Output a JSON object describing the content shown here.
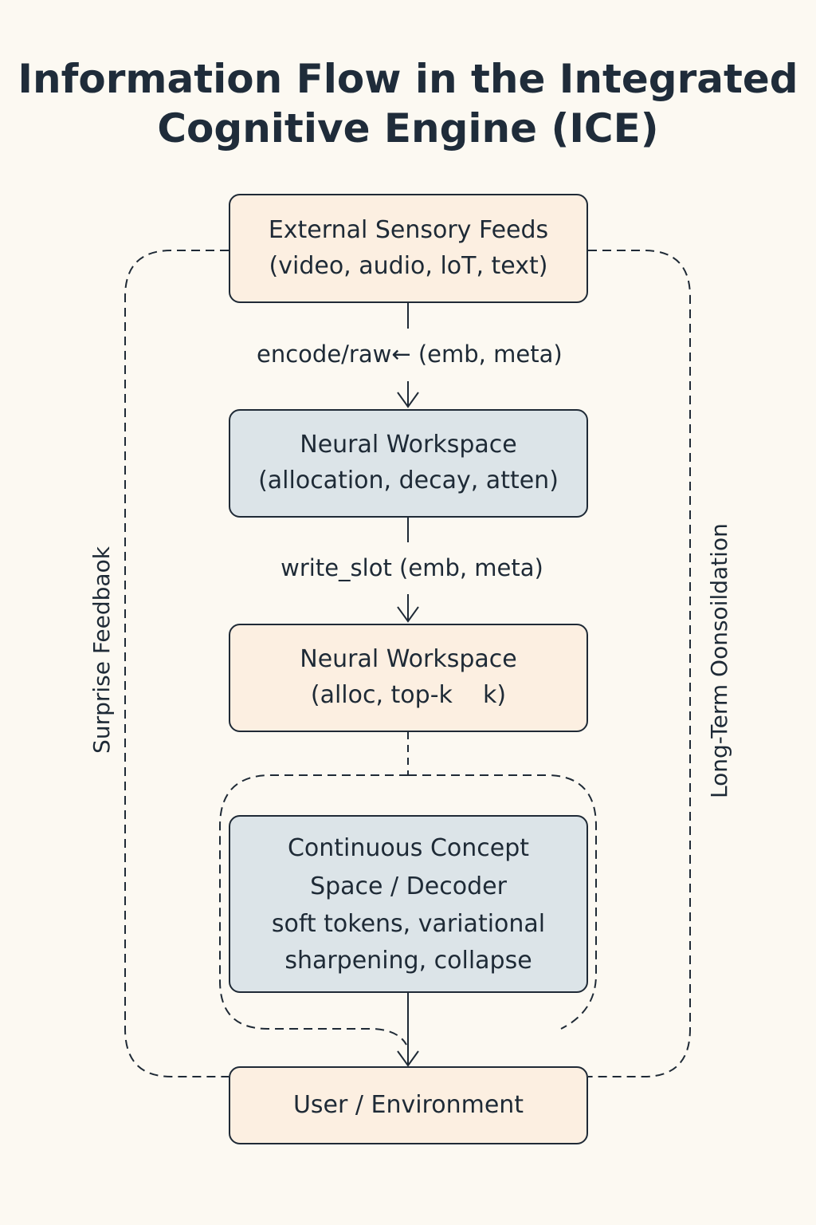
{
  "title": {
    "line1": "Information Flow in the Integrated",
    "line2": "Cognitive Engine (ICE)"
  },
  "nodes": {
    "sensory": {
      "head": "External Sensory Feeds",
      "sub": "(video, audio, loT, text)"
    },
    "workspace_1": {
      "head": "Neural Workspace",
      "sub": "(allocation, decay, atten)"
    },
    "workspace_2": {
      "head": "Neural Workspace",
      "sub": "(alloc, top-k    k)"
    },
    "concept": {
      "line1": "Continuous Concept",
      "line2": "Space / Decoder",
      "line3": "soft tokens, variational",
      "line4": "sharpening, collapse"
    },
    "user": {
      "head": "User / Environment"
    }
  },
  "edges": {
    "encode": "encode/raw← (emb, meta)",
    "write_slot": "write_slot (emb, meta)"
  },
  "side_labels": {
    "left": "Surprise Feedbaok",
    "right": "Long-Term Oonsoildation"
  },
  "colors": {
    "background": "#fcf9f2",
    "warm_box": "#fcefe1",
    "cool_box": "#dce4e8",
    "stroke": "#1f2a36"
  }
}
